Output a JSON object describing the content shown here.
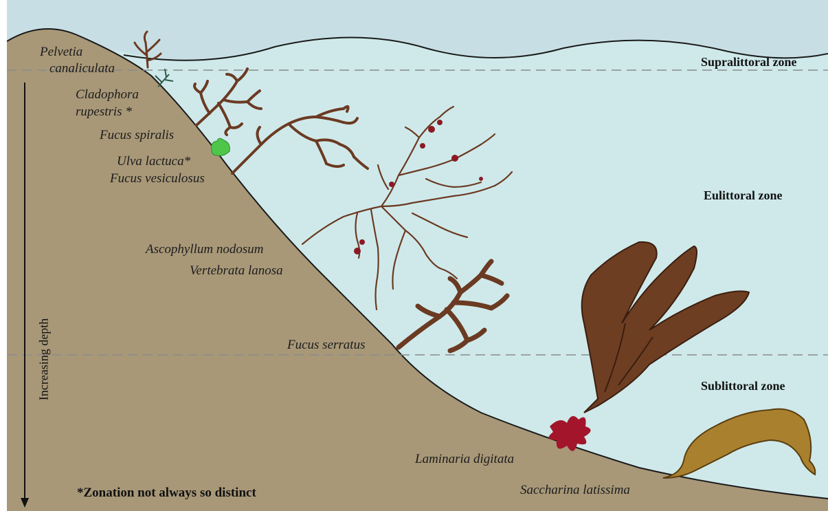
{
  "zones": {
    "supralittoral": "Supralittoral zone",
    "eulittoral": "Eulittoral zone",
    "sublittoral": "Sublittoral zone"
  },
  "species": {
    "pelvetia_line1": "Pelvetia",
    "pelvetia_line2": "canaliculata",
    "cladophora_line1": "Cladophora",
    "cladophora_line2": "rupestris *",
    "fucus_spiralis": "Fucus spiralis",
    "ulva_lactuca": "Ulva lactuca*",
    "fucus_vesiculosus": "Fucus vesiculosus",
    "ascophyllum_nodosum": "Ascophyllum nodosum",
    "vertebrata_lanosa": "Vertebrata lanosa",
    "fucus_serratus": "Fucus serratus",
    "laminaria_digitata": "Laminaria digitata",
    "saccharina_latissima": "Saccharina latissima"
  },
  "depth_axis_label": "Increasing depth",
  "footnote": "*Zonation not always so distinct",
  "colors": {
    "sky": "#c9e0e3",
    "water": "#cfe9ea",
    "seabed": "#a89878",
    "brown_algae": "#6b3a22",
    "kelp": "#6e3e22",
    "saccharina": "#a9802e",
    "green_algae": "#4ec64a",
    "red_algae": "#a3152a",
    "dashed_line": "#8a8a8a"
  }
}
